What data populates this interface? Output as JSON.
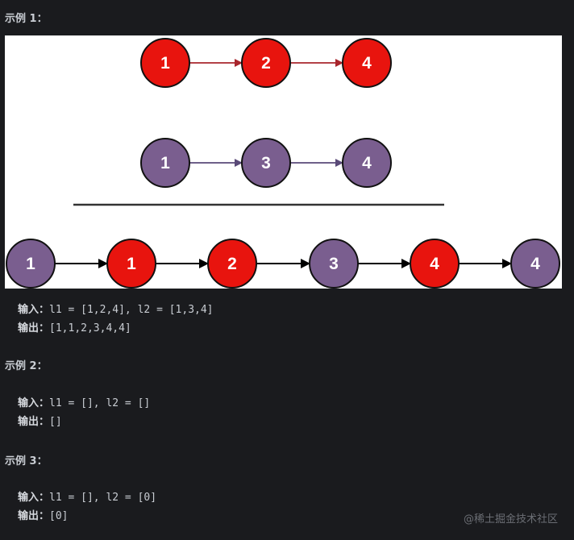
{
  "examples": [
    {
      "heading": "示例 1：",
      "input_label": "输入：",
      "input_value": "l1 = [1,2,4], l2 = [1,3,4]",
      "output_label": "输出：",
      "output_value": "[1,1,2,3,4,4]"
    },
    {
      "heading": "示例 2：",
      "input_label": "输入：",
      "input_value": "l1 = [], l2 = []",
      "output_label": "输出：",
      "output_value": "[]"
    },
    {
      "heading": "示例 3：",
      "input_label": "输入：",
      "input_value": "l1 = [], l2 = [0]",
      "output_label": "输出：",
      "output_value": "[0]"
    }
  ],
  "diagram": {
    "list1": [
      "1",
      "2",
      "4"
    ],
    "list2": [
      "1",
      "3",
      "4"
    ],
    "merged": [
      "1",
      "1",
      "2",
      "3",
      "4",
      "4"
    ],
    "merged_sources": [
      "list2",
      "list1",
      "list1",
      "list2",
      "list1",
      "list2"
    ],
    "colors": {
      "list1_fill": "#e8140e",
      "list2_fill": "#7a5e8f",
      "list1_arrow": "#a8262d",
      "list2_arrow": "#5a4a78",
      "merged_arrow": "#000000",
      "node_stroke": "#111111"
    }
  },
  "watermark": "@稀土掘金技术社区"
}
